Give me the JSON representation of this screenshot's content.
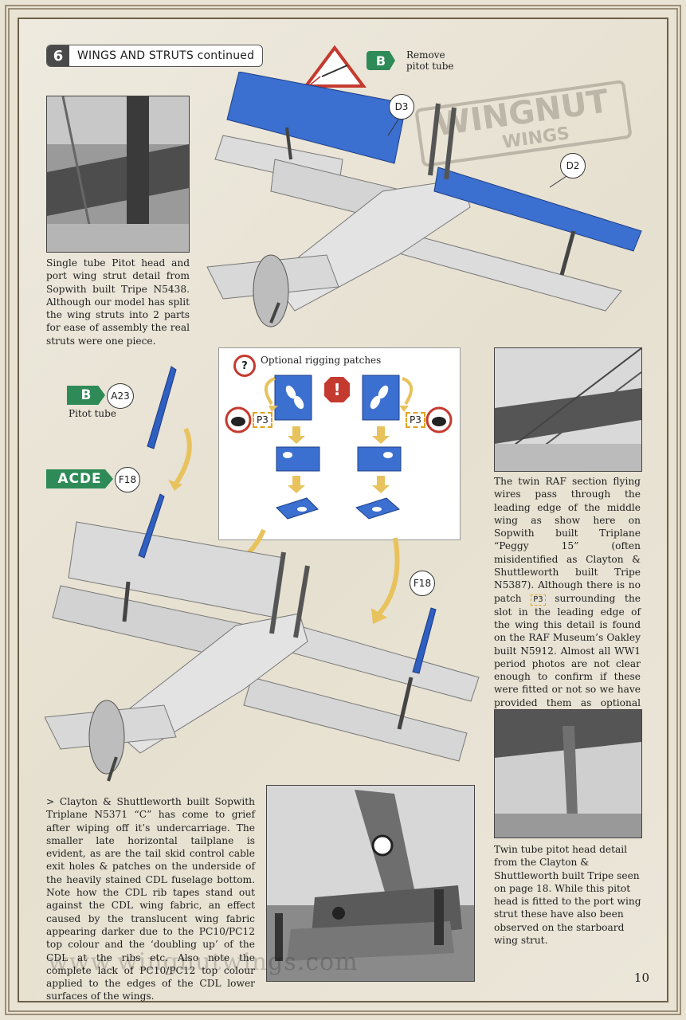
{
  "header": {
    "step_number": "6",
    "step_title": "WINGS AND STRUTS continued"
  },
  "top_callout": {
    "badge": "B",
    "text": "Remove pitot tube"
  },
  "logo": {
    "line1": "WINGNUT",
    "line2": "WINGS"
  },
  "top_assembly_labels": {
    "d3": "D3",
    "d2": "D2"
  },
  "photo1_caption": "Single tube Pitot head and port wing strut detail from Sopwith built Tripe N5438. Although our model has split the wing struts into 2 parts for ease of assembly the real struts were one piece.",
  "pitot_part": {
    "badge": "B",
    "part": "A23",
    "label": "Pitot tube"
  },
  "strut_part": {
    "badge": "ACDE",
    "part": "F18"
  },
  "strut_part_right": "F18",
  "rigging_box": {
    "title": "Optional rigging patches",
    "question_icon": "?",
    "warn_icon": "!",
    "patch_left": "P3",
    "patch_right": "P3"
  },
  "photo2_caption": {
    "before": "The twin RAF section flying wires pass through the leading edge of the middle wing as show here on Sopwith built Triplane “Peggy 15” (often misidentified as Clayton & Shuttleworth built Tripe N5387). Although there is no patch",
    "patch": "P3",
    "after": "surrounding the slot in the leading edge of the wing this detail is found on the RAF Museum’s Oakley built N5912. Almost all WW1 period photos are not clear enough to confirm if these were fitted or not so we have provided them as optional parts for you."
  },
  "photo3_caption": "Twin tube pitot head detail from the Clayton & Shuttleworth built Tripe seen on page 18. While this pitot head is fitted to the port wing strut these have also been observed on the starboard wing strut.",
  "bottom_text": "> Clayton & Shuttleworth built Sopwith Triplane N5371 “C” has come to grief after wiping off it’s undercarriage. The smaller late horizontal tailplane is evident, as are the tail skid control cable exit holes & patches on the underside of the heavily stained CDL fuselage bottom. Note how the CDL rib tapes stand out against the CDL wing fabric, an effect caused by the translucent wing fabric appearing darker due to the PC10/PC12 top colour and the ‘doubling up’ of the CDL at the ribs etc. Also note the complete lack of PC10/PC12 top colour applied to the edges of the CDL lower surfaces of the wings.",
  "crash_photo_letter": "C",
  "url_watermark": "www.wingnutwings.com",
  "page_number": "10",
  "colors": {
    "wing_blue": "#3b6fd0",
    "accent_green": "#2e8a57",
    "arrow_yellow": "#e8c25c",
    "warn_red": "#c43a2f"
  }
}
